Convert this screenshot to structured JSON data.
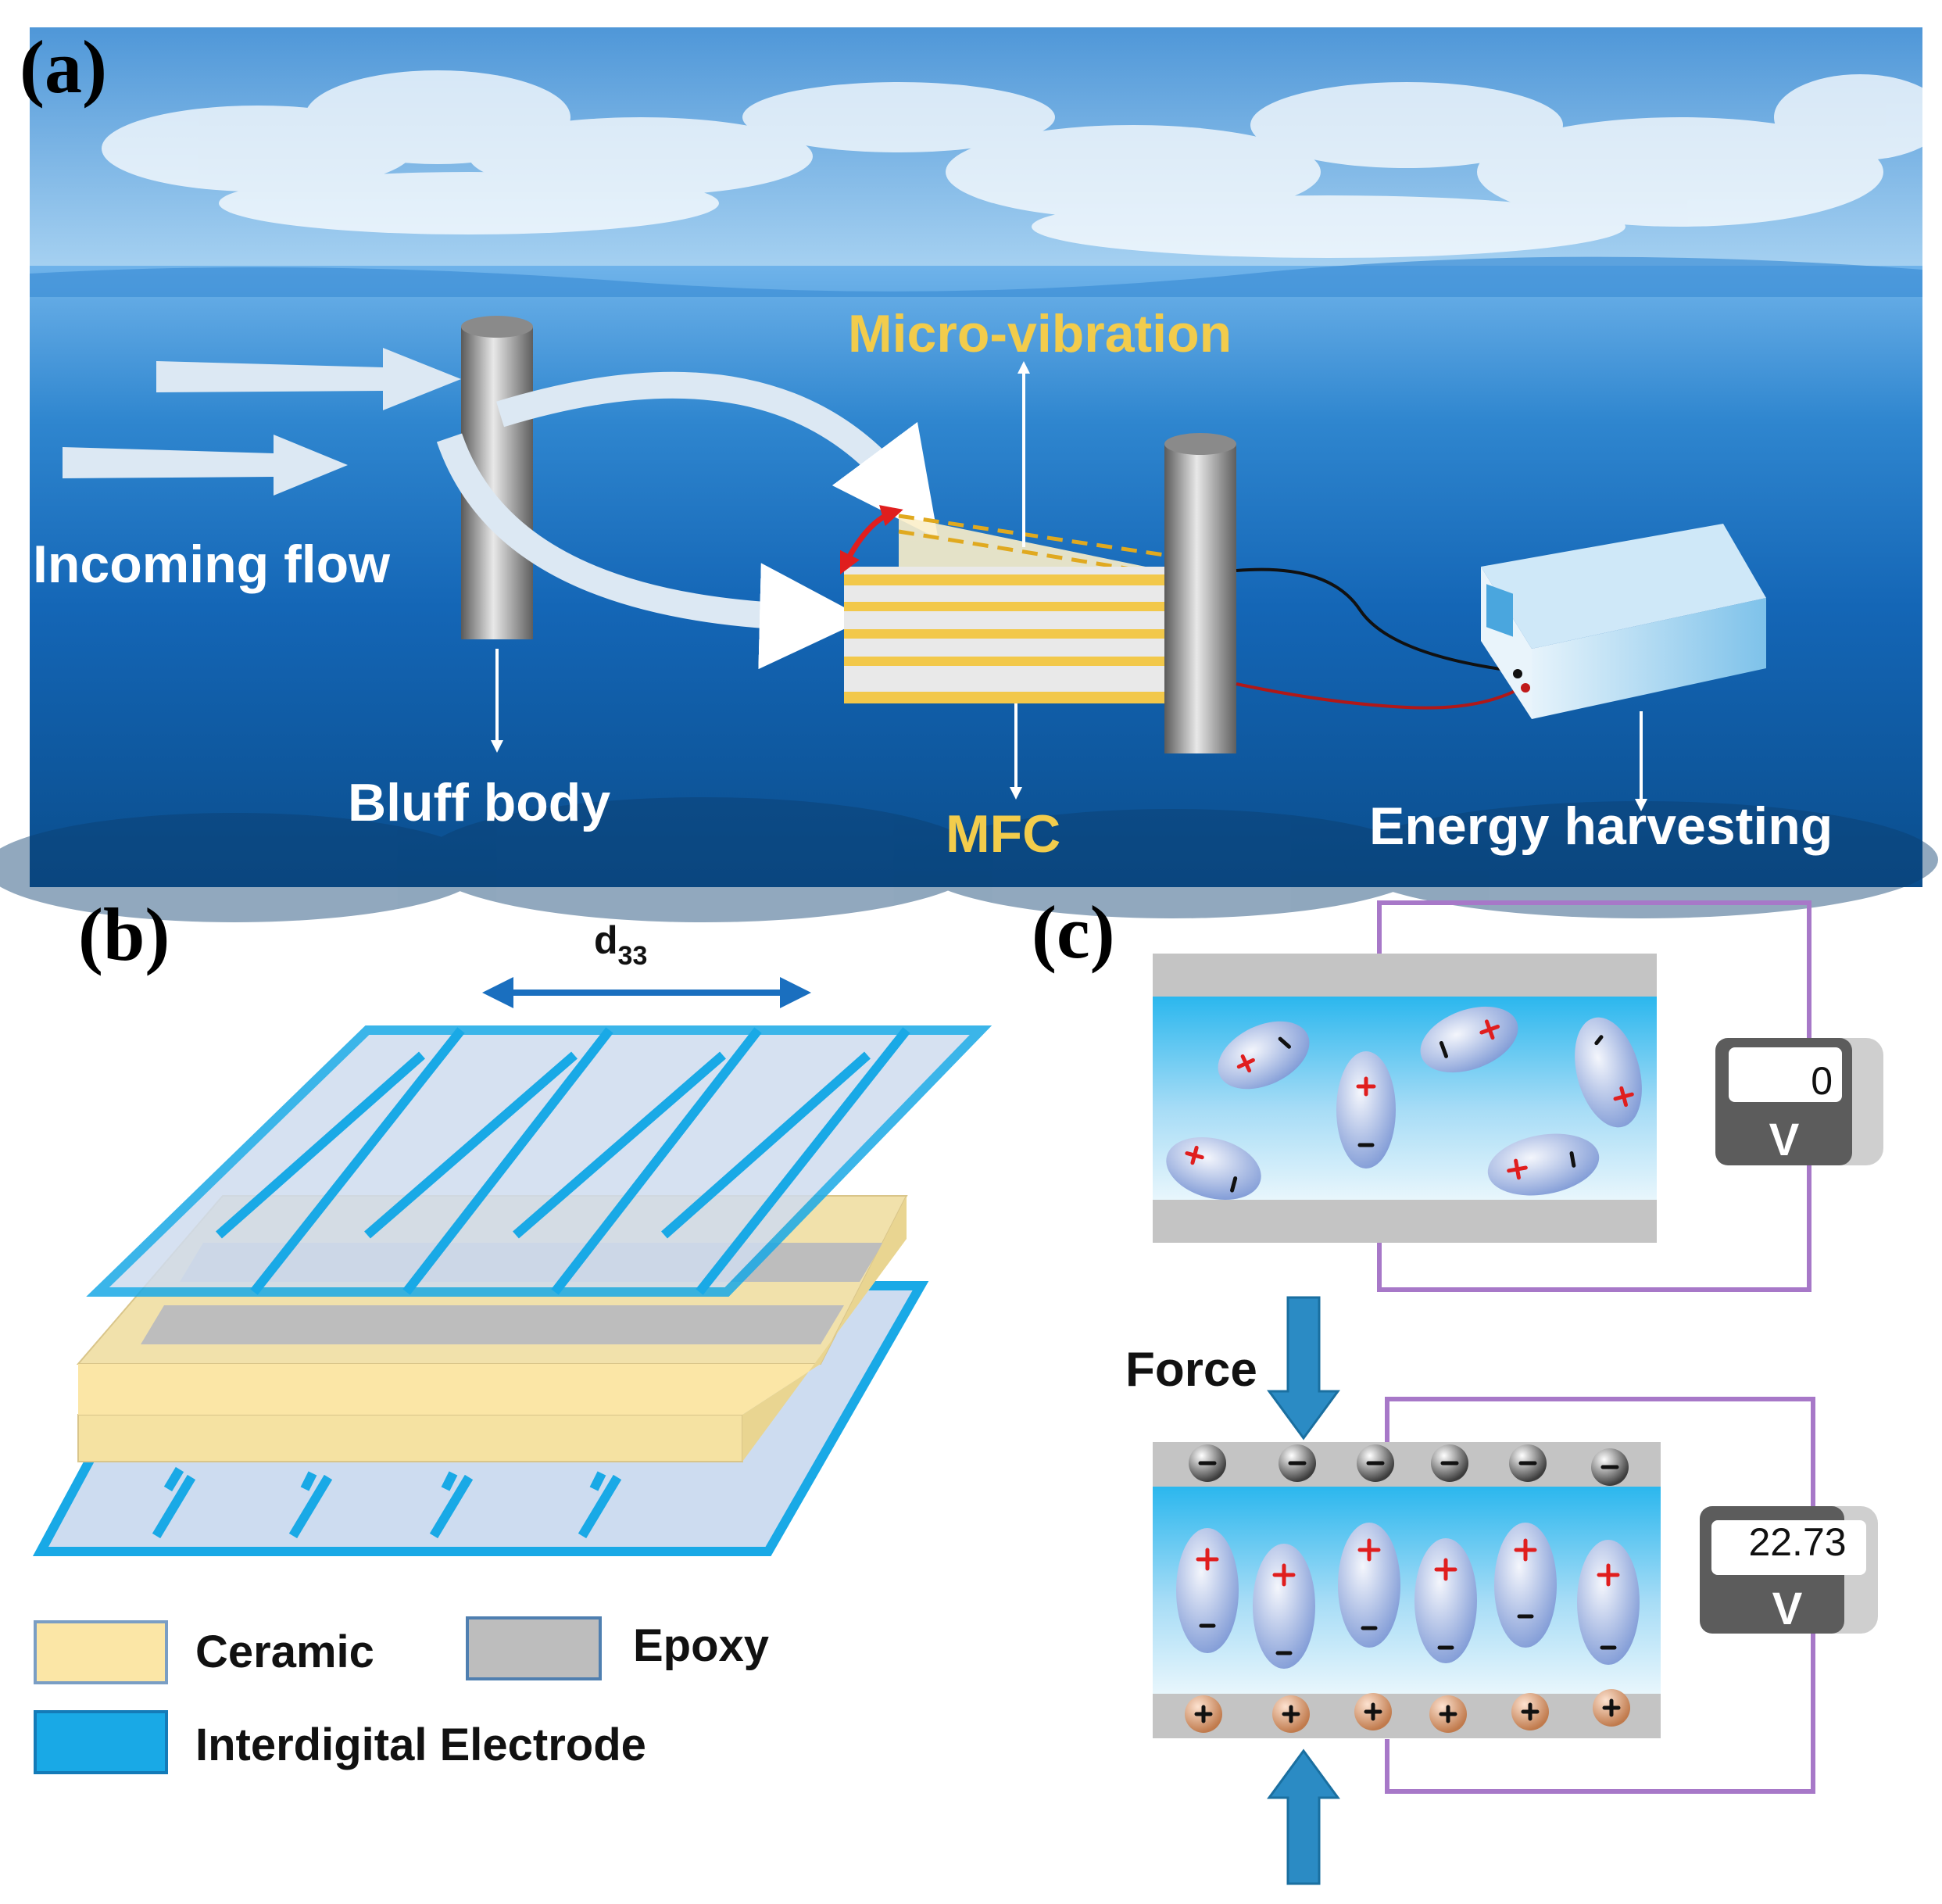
{
  "panels": {
    "a": {
      "label": "(a)",
      "incoming_flow": "Incoming flow",
      "bluff_body": "Bluff body",
      "micro_vibration": "Micro-vibration",
      "mfc": "MFC",
      "energy_harvesting": "Energy harvesting"
    },
    "b": {
      "label": "(b)",
      "d_symbol": "d",
      "d_subscript": "33",
      "legend": [
        {
          "label": "Ceramic",
          "color": "#fbe6a6"
        },
        {
          "label": "Epoxy",
          "color": "#bdbdbd"
        },
        {
          "label": "Interdigital Electrode",
          "color": "#19a9e6"
        }
      ]
    },
    "c": {
      "label": "(c)",
      "force": "Force",
      "meter_top": {
        "value": "0",
        "unit": "V"
      },
      "meter_bottom": {
        "value": "22.73",
        "unit": "V"
      }
    }
  },
  "colors": {
    "sky": "#8fc6ee",
    "sea_deep": "#0b4f9a",
    "electrode": "#19a9e6",
    "ceramic": "#fbe6a6",
    "epoxy": "#bdbdbd",
    "circuit_wire": "#a778c8",
    "plus_sign": "#e01e1e"
  }
}
